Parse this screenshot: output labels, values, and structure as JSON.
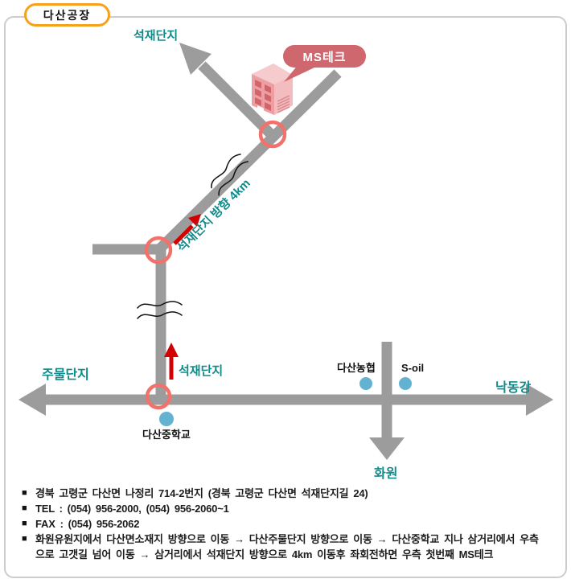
{
  "page": {
    "title_badge": "다산공장"
  },
  "map": {
    "labels": {
      "top_destination": "석재단지",
      "diagonal_direction": "석재단지 방향 4km",
      "jumul_danji": "주물단지",
      "nakdong_river": "낙동강",
      "hwawon": "화원",
      "stone_complex_bottom": "석재단지",
      "dasan_nonghyup": "다산농협",
      "s_oil": "S-oil",
      "dasan_middle_school": "다산중학교",
      "company_bubble": "MS테크"
    },
    "colors": {
      "road_gray": "#9c9c9c",
      "teal_label": "#0f8b8b",
      "red_circle_marker": "#f3716b",
      "red_direction_arrow": "#d20000",
      "poi_dot_blue": "#64b2d2",
      "bubble_background": "#ce686e",
      "badge_border_orange": "#f7a11a",
      "building_pink": "#ec9ea2"
    }
  },
  "info": {
    "items": [
      {
        "bullet": "■",
        "text": "경북 고령군 다산면 나정리 714-2번지 (경북 고령군 다산면 석재단지길 24)"
      },
      {
        "bullet": "■",
        "text": "TEL : (054) 956-2000, (054) 956-2060~1"
      },
      {
        "bullet": "■",
        "text": "FAX : (054) 956-2062"
      },
      {
        "bullet": "■",
        "text": "화원유원지에서 다산면소재지 방향으로 이동 → 다산주물단지 방향으로 이동 → 다산중학교 지나 삼거리에서 우측으로 고갯길 넘어 이동 → 삼거리에서 석재단지 방향으로 4km 이동후 좌회전하면 우측 첫번째 MS테크"
      }
    ]
  }
}
